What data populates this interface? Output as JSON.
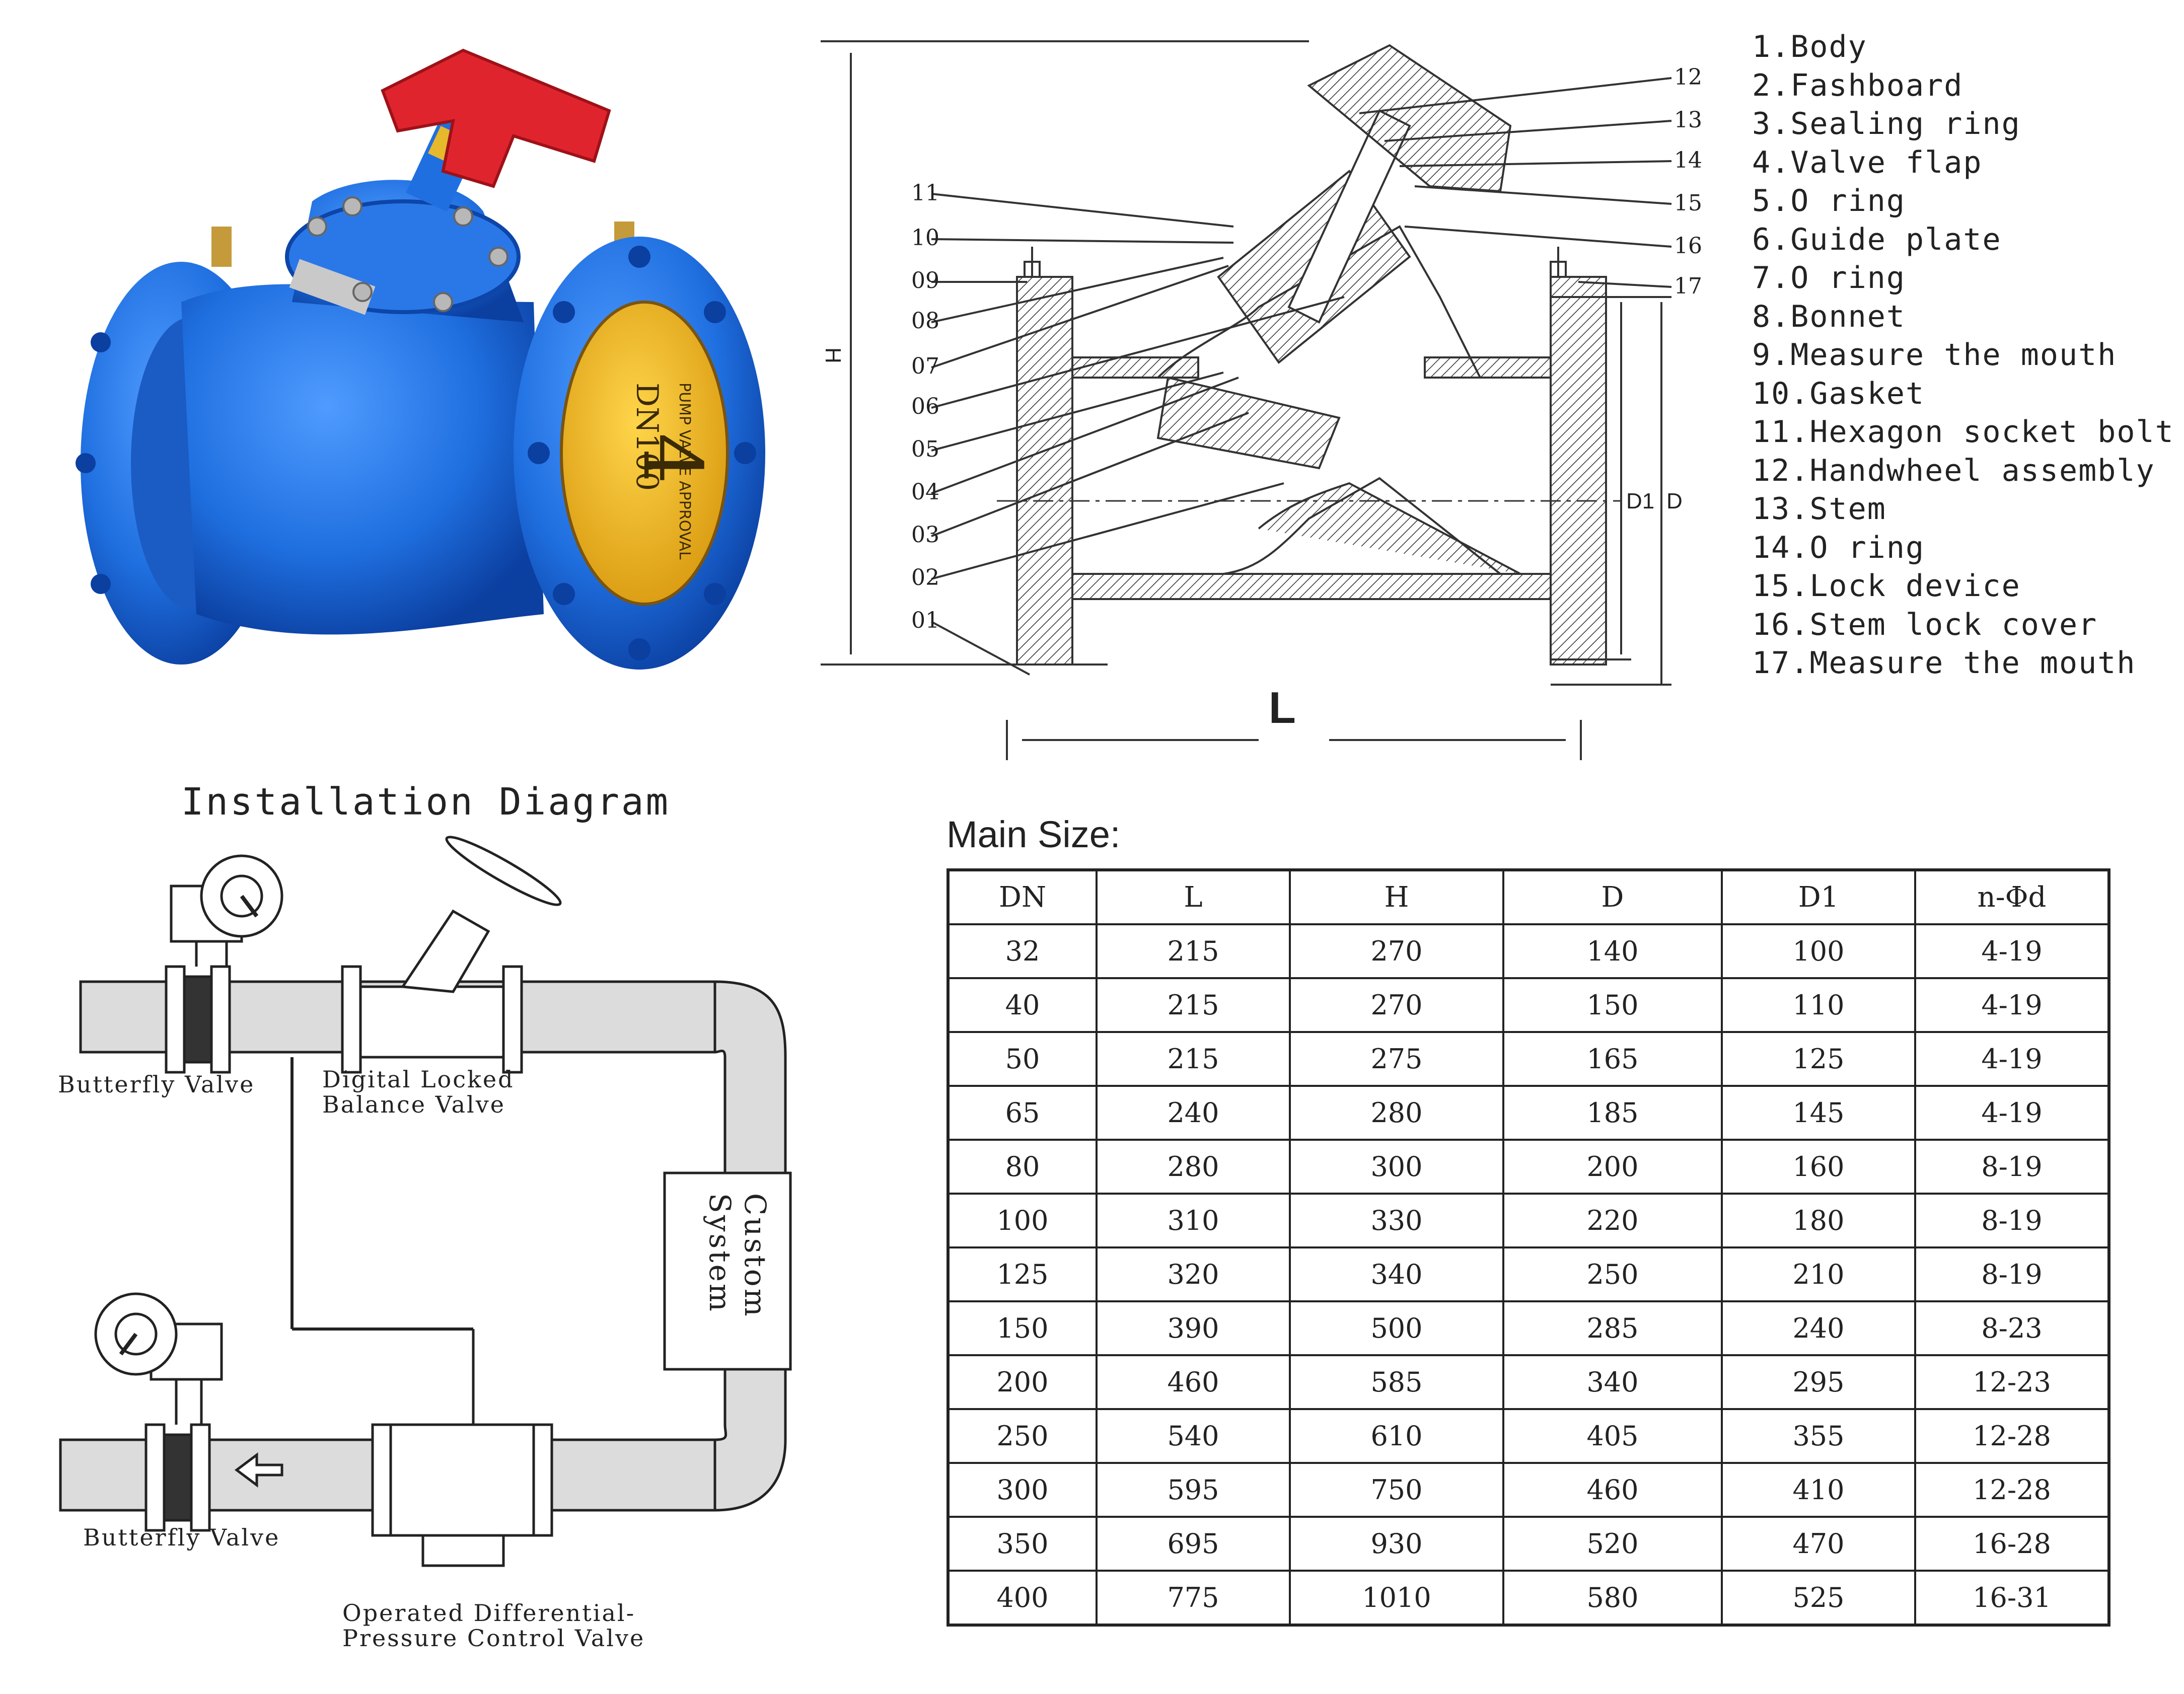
{
  "drawing": {
    "callouts_left": [
      "11",
      "10",
      "09",
      "08",
      "07",
      "06",
      "05",
      "04",
      "03",
      "02",
      "01"
    ],
    "callouts_right": [
      "12",
      "13",
      "14",
      "15",
      "16",
      "17"
    ],
    "dims": {
      "H": "H",
      "L": "L",
      "D1": "D1",
      "D": "D"
    }
  },
  "photo": {
    "flange_marks": [
      "DN100",
      "4",
      "PUMP VALVE APPROVAL"
    ],
    "colors": {
      "body": "#1f6fe0",
      "handwheel": "#e0242e",
      "plate": "#e8b320"
    }
  },
  "parts": [
    "1.Body",
    "2.Fashboard",
    "3.Sealing ring",
    "4.Valve flap",
    "5.O ring",
    "6.Guide plate",
    "7.O ring",
    "8.Bonnet",
    "9.Measure the mouth",
    "10.Gasket",
    "11.Hexagon socket bolt",
    "12.Handwheel assembly",
    "13.Stem",
    "14.O ring",
    "15.Lock device",
    "16.Stem lock cover",
    "17.Measure the mouth"
  ],
  "installation": {
    "title": "Installation Diagram",
    "labels": {
      "butterfly_top": "Butterfly Valve",
      "balance_l1": "Digital Locked",
      "balance_l2": "Balance Valve",
      "custom_l1": "Custom",
      "custom_l2": "System",
      "butterfly_bottom": "Butterfly Valve",
      "dp_l1": "Operated Differential-",
      "dp_l2": "Pressure Control Valve"
    }
  },
  "size_table": {
    "caption": "Main Size:",
    "headers": [
      "DN",
      "L",
      "H",
      "D",
      "D1",
      "n-Φd"
    ],
    "rows": [
      [
        "32",
        "215",
        "270",
        "140",
        "100",
        "4-19"
      ],
      [
        "40",
        "215",
        "270",
        "150",
        "110",
        "4-19"
      ],
      [
        "50",
        "215",
        "275",
        "165",
        "125",
        "4-19"
      ],
      [
        "65",
        "240",
        "280",
        "185",
        "145",
        "4-19"
      ],
      [
        "80",
        "280",
        "300",
        "200",
        "160",
        "8-19"
      ],
      [
        "100",
        "310",
        "330",
        "220",
        "180",
        "8-19"
      ],
      [
        "125",
        "320",
        "340",
        "250",
        "210",
        "8-19"
      ],
      [
        "150",
        "390",
        "500",
        "285",
        "240",
        "8-23"
      ],
      [
        "200",
        "460",
        "585",
        "340",
        "295",
        "12-23"
      ],
      [
        "250",
        "540",
        "610",
        "405",
        "355",
        "12-28"
      ],
      [
        "300",
        "595",
        "750",
        "460",
        "410",
        "12-28"
      ],
      [
        "350",
        "695",
        "930",
        "520",
        "470",
        "16-28"
      ],
      [
        "400",
        "775",
        "1010",
        "580",
        "525",
        "16-31"
      ]
    ]
  }
}
